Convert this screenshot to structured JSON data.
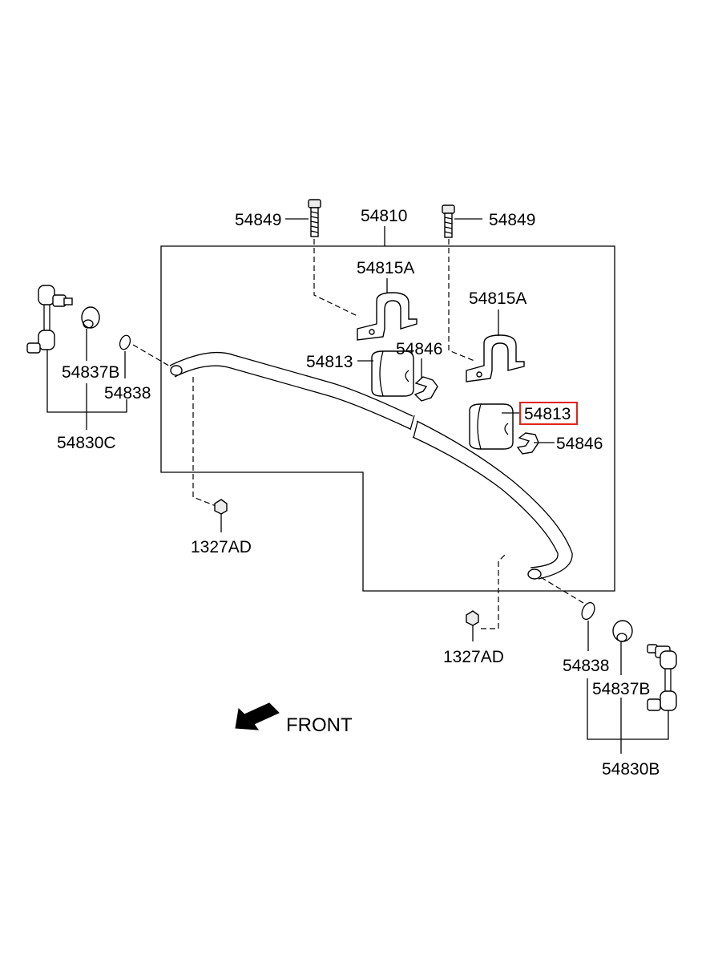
{
  "labels": {
    "bolt_left": "54849",
    "bar_assembly": "54810",
    "bolt_right": "54849",
    "bracket_left": "54815A",
    "bracket_right": "54815A",
    "bushing_left": "54813",
    "clip_left": "54846",
    "bushing_right": "54813",
    "clip_right": "54846",
    "link_bushing_left": "54837B",
    "ring_left": "54838",
    "link_left": "54830C",
    "nut_left": "1327AD",
    "nut_right": "1327AD",
    "ring_right": "54838",
    "link_bushing_right": "54837B",
    "link_right": "54830B",
    "front": "FRONT"
  },
  "highlight": {
    "part": "54813",
    "color": "#e0241b"
  }
}
